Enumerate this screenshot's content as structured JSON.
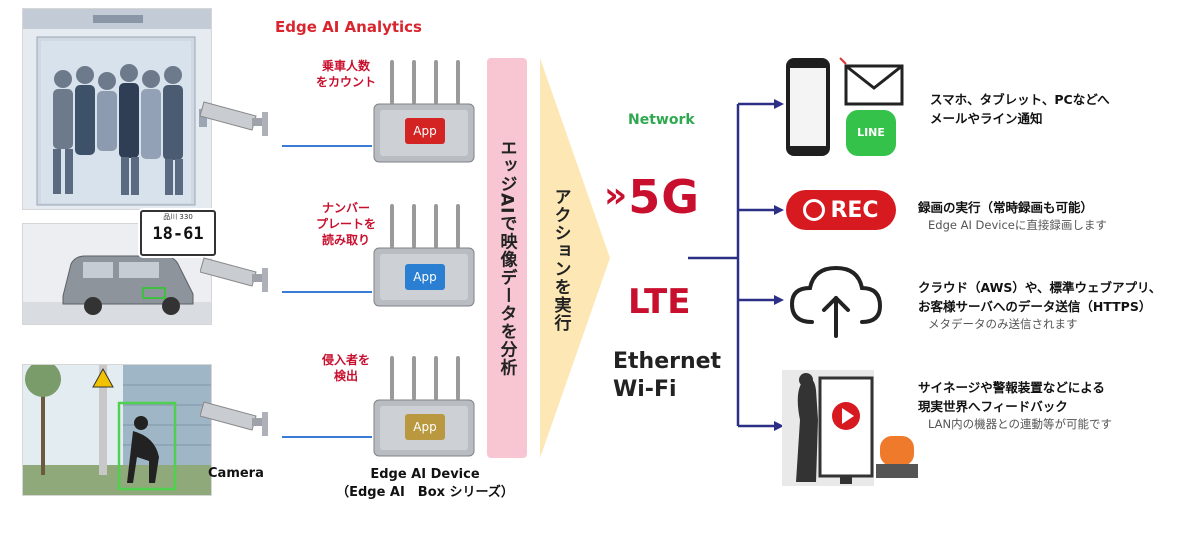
{
  "header": {
    "analytics_title": "Edge AI Analytics"
  },
  "cameras": [
    {
      "name": "elevator-scene"
    },
    {
      "name": "vehicle-scene",
      "plate_top": "品川 330",
      "plate_number": "18-61"
    },
    {
      "name": "intruder-scene"
    }
  ],
  "camera_caption": "Camera",
  "devices": [
    {
      "label": [
        "乗車人数",
        "をカウント"
      ],
      "app": "App",
      "color": "#d42323"
    },
    {
      "label": [
        "ナンバー",
        "プレートを",
        "読み取り"
      ],
      "app": "App",
      "color": "#2b7fd3"
    },
    {
      "label": [
        "侵入者を",
        "検出"
      ],
      "app": "App",
      "color": "#b9983f"
    }
  ],
  "device_caption": {
    "line1": "Edge AI Device",
    "line2": "（Edge AI　Box シリーズ）"
  },
  "analysis_band": "エッジAIで映像データを分析",
  "action_band": "アクションを実行",
  "network": {
    "title": "Network",
    "fiveg": "5G",
    "lte": "LTE",
    "ethernet": "Ethernet",
    "wifi": "Wi-Fi"
  },
  "outputs": [
    {
      "main": [
        "スマホ、タブレット、PCなどへ",
        "メールやライン通知"
      ],
      "sub": ""
    },
    {
      "main": [
        "録画の実行（常時録画も可能）"
      ],
      "sub": "Edge AI Deviceに直接録画します",
      "badge": "REC"
    },
    {
      "main": [
        "クラウド（AWS）や、標準ウェブアプリ、",
        "お客様サーバへのデータ送信（HTTPS）"
      ],
      "sub": "メタデータのみ送信されます"
    },
    {
      "main": [
        "サイネージや警報装置などによる",
        "現実世界へフィードバック"
      ],
      "sub": "LAN内の機器との連動等が可能です"
    }
  ],
  "line_badge": "LINE",
  "colors": {
    "brand_red": "#c8102e",
    "network_green": "#2fa84f",
    "arrow_navy": "#2c2f86",
    "cable_blue": "#3a7bd5"
  }
}
